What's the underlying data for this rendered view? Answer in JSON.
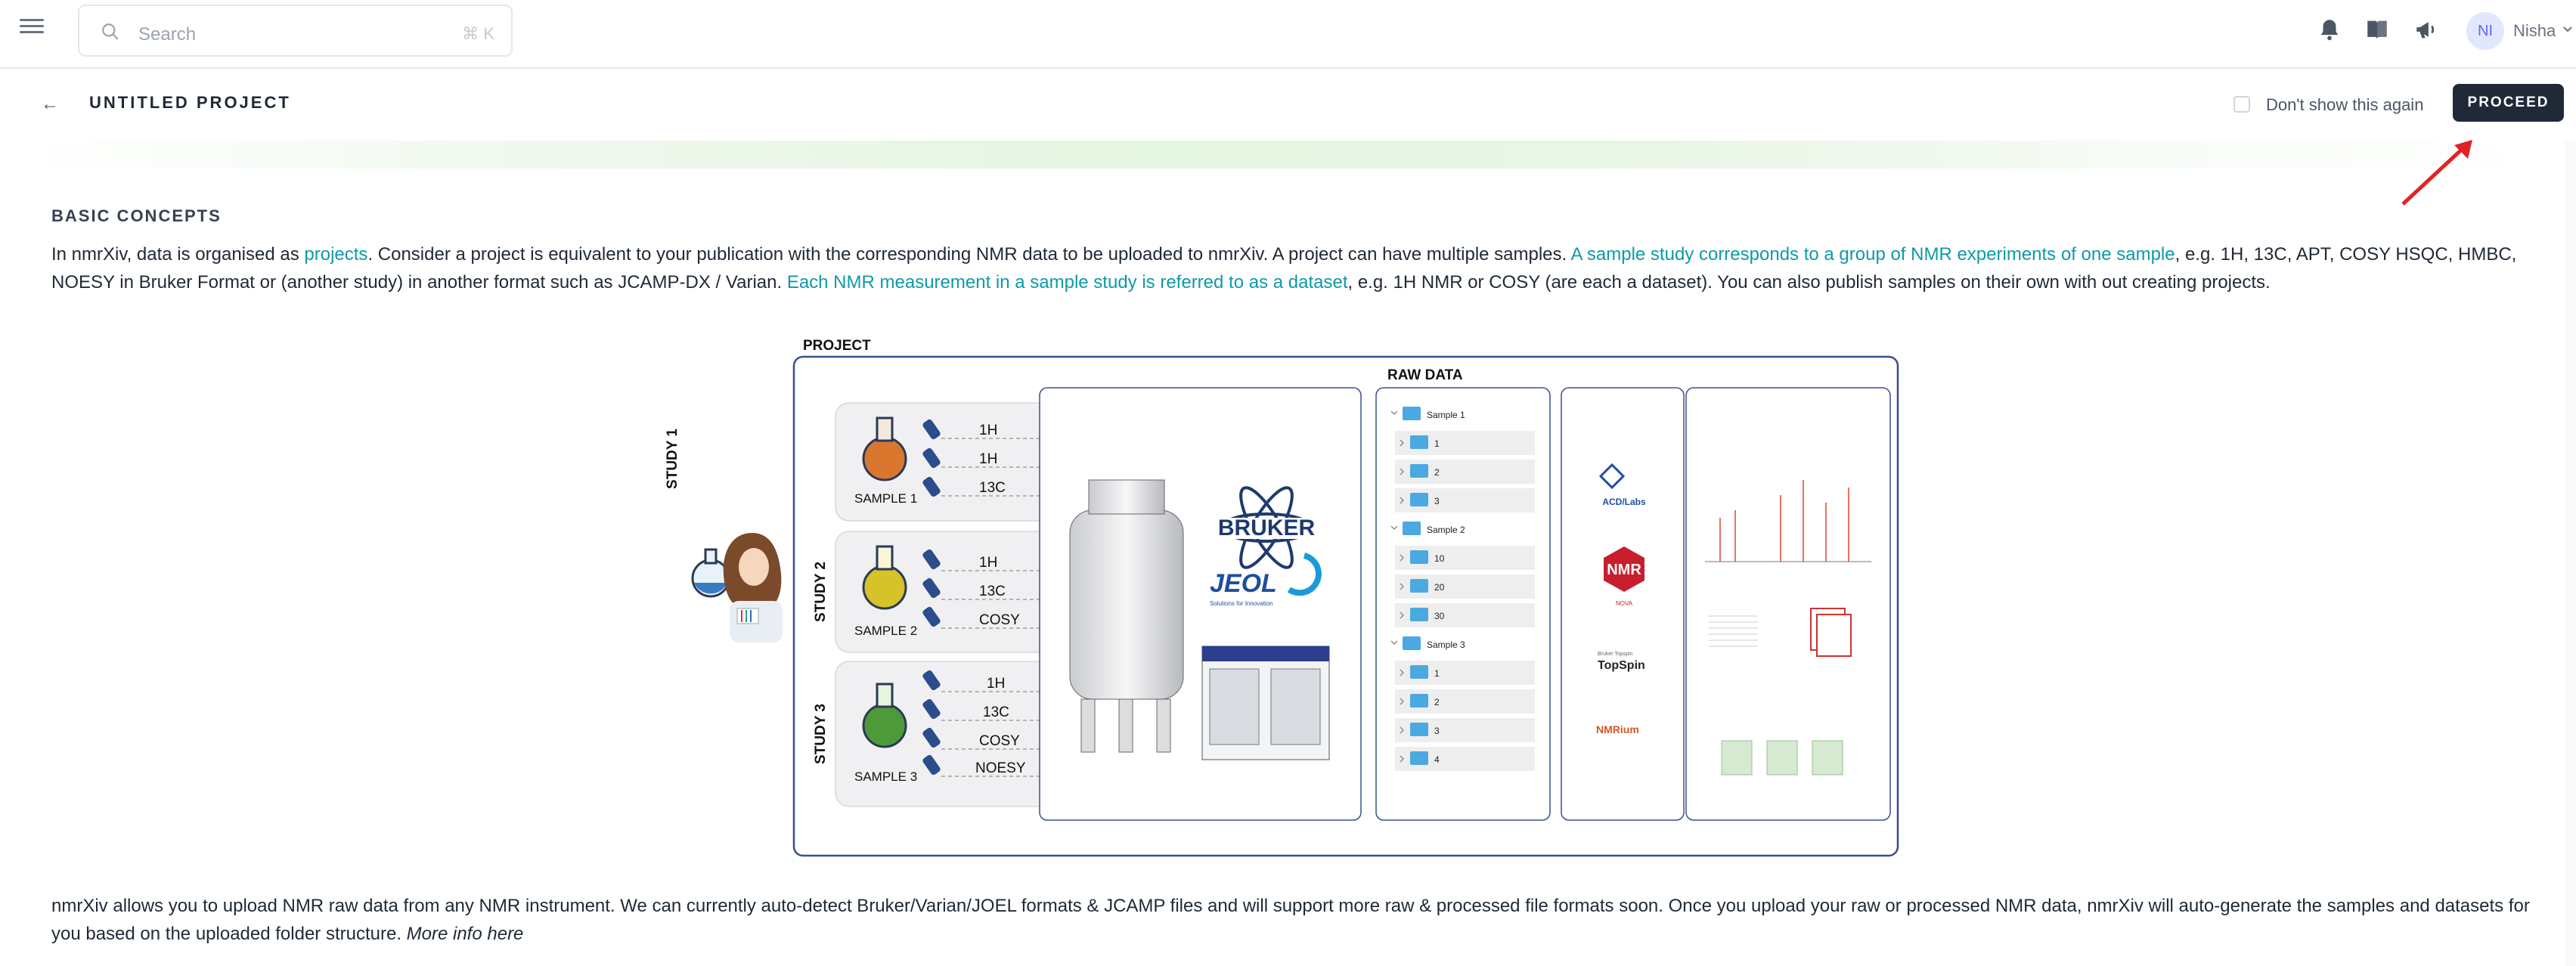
{
  "header": {
    "search_placeholder": "Search",
    "search_shortcut": "⌘ K",
    "avatar_initials": "NI",
    "user_name": "Nisha",
    "icons": [
      "menu-icon",
      "search-icon",
      "bell-icon",
      "book-icon",
      "megaphone-icon",
      "chevron-down-icon"
    ]
  },
  "subheader": {
    "back_label": "←",
    "project_title": "UNTITLED PROJECT",
    "dont_show_label": "Don't show this again",
    "proceed_label": "PROCEED"
  },
  "content": {
    "heading": "BASIC CONCEPTS",
    "intro": {
      "t1": "In nmrXiv, data is organised as ",
      "link_projects": "projects",
      "t2": ". Consider a project is equivalent to your publication with the corresponding NMR data to be uploaded to nmrXiv. A project can have multiple samples. ",
      "link_sample_study": "A sample study corresponds to a group of NMR experiments of one sample",
      "t3": ", e.g. 1H, 13C, APT, COSY HSQC, HMBC, NOESY in Bruker Format or (another study) in another format such as JCAMP-DX / Varian. ",
      "link_dataset": "Each NMR measurement in a sample study is referred to as a dataset",
      "t4": ", e.g. 1H NMR or COSY (are each a dataset). You can also publish samples on their own with out creating projects."
    },
    "outro": {
      "t1": "nmrXiv allows you to upload NMR raw data from any NMR instrument. We can currently auto-detect Bruker/Varian/JOEL formats & JCAMP files and will support more raw & processed file formats soon. Once you upload your raw or processed NMR data, nmrXiv will auto-generate the samples and datasets for you based on the uploaded folder structure. ",
      "more_info": "More info here"
    }
  },
  "diagram": {
    "project_label": "PROJECT",
    "raw_data_label": "RAW DATA",
    "studies": [
      {
        "label": "STUDY 1",
        "sample": "SAMPLE 1",
        "experiments": [
          "1H",
          "1H",
          "13C"
        ],
        "flask_color": "#d9772f"
      },
      {
        "label": "STUDY 2",
        "sample": "SAMPLE 2",
        "experiments": [
          "1H",
          "13C",
          "COSY"
        ],
        "flask_color": "#d6c229"
      },
      {
        "label": "STUDY 3",
        "sample": "SAMPLE 3",
        "experiments": [
          "1H",
          "13C",
          "COSY",
          "NOESY"
        ],
        "flask_color": "#4e9a3a"
      }
    ],
    "vendors": {
      "bruker": "BRUKER",
      "jeol": "JEOL",
      "jeol_tagline": "Solutions for Innovation"
    },
    "folder_tree": [
      {
        "name": "Sample 1",
        "children": [
          "1",
          "2",
          "3"
        ]
      },
      {
        "name": "Sample 2",
        "children": [
          "10",
          "20",
          "30"
        ]
      },
      {
        "name": "Sample 3",
        "children": [
          "1",
          "2",
          "3",
          "4"
        ]
      }
    ],
    "software": {
      "acd": "ACD/Labs",
      "nmr": "NMR",
      "nova": "NOVA",
      "topspin_small": "Bruker Topspin",
      "topspin": "TopSpin",
      "nmrium": "NMRium"
    }
  },
  "colors": {
    "accent": "#0e9aa7",
    "proceed_bg": "#1f2937",
    "diagram_border": "#3a4f8f",
    "arrow": "#e02424"
  }
}
